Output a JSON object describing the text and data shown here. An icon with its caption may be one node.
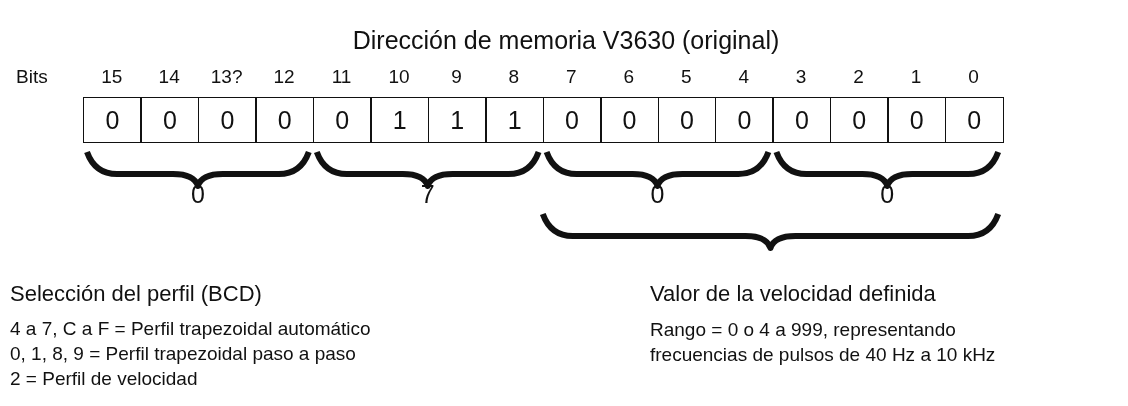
{
  "diagram": {
    "title": "Dirección de memoria V3630 (original)",
    "labels": [
      "Bits",
      "15",
      "14",
      "13?",
      "12",
      "11",
      "10",
      "9",
      "8",
      "7",
      "6",
      "5",
      "4",
      "3",
      "2",
      "1",
      "0",
      "0",
      "0",
      "0",
      "0",
      "0",
      "1",
      "1",
      "1",
      "0",
      "0",
      "0",
      "0",
      "0",
      "0",
      "0",
      "0",
      "0",
      "7",
      "0",
      "0",
      "Selección del perfil (BCD)",
      "Valor de la velocidad definida",
      "4 a 7, C a F = Perfil trapezoidal automático",
      "0, 1, 8, 9 =  Perfil trapezoidal paso a paso",
      "2 =  Perfil de velocidad",
      "Rango = 0 o 4 a 999, representando frecuencias de pulsos  de 40 Hz a 10 kHz"
    ]
  }
}
